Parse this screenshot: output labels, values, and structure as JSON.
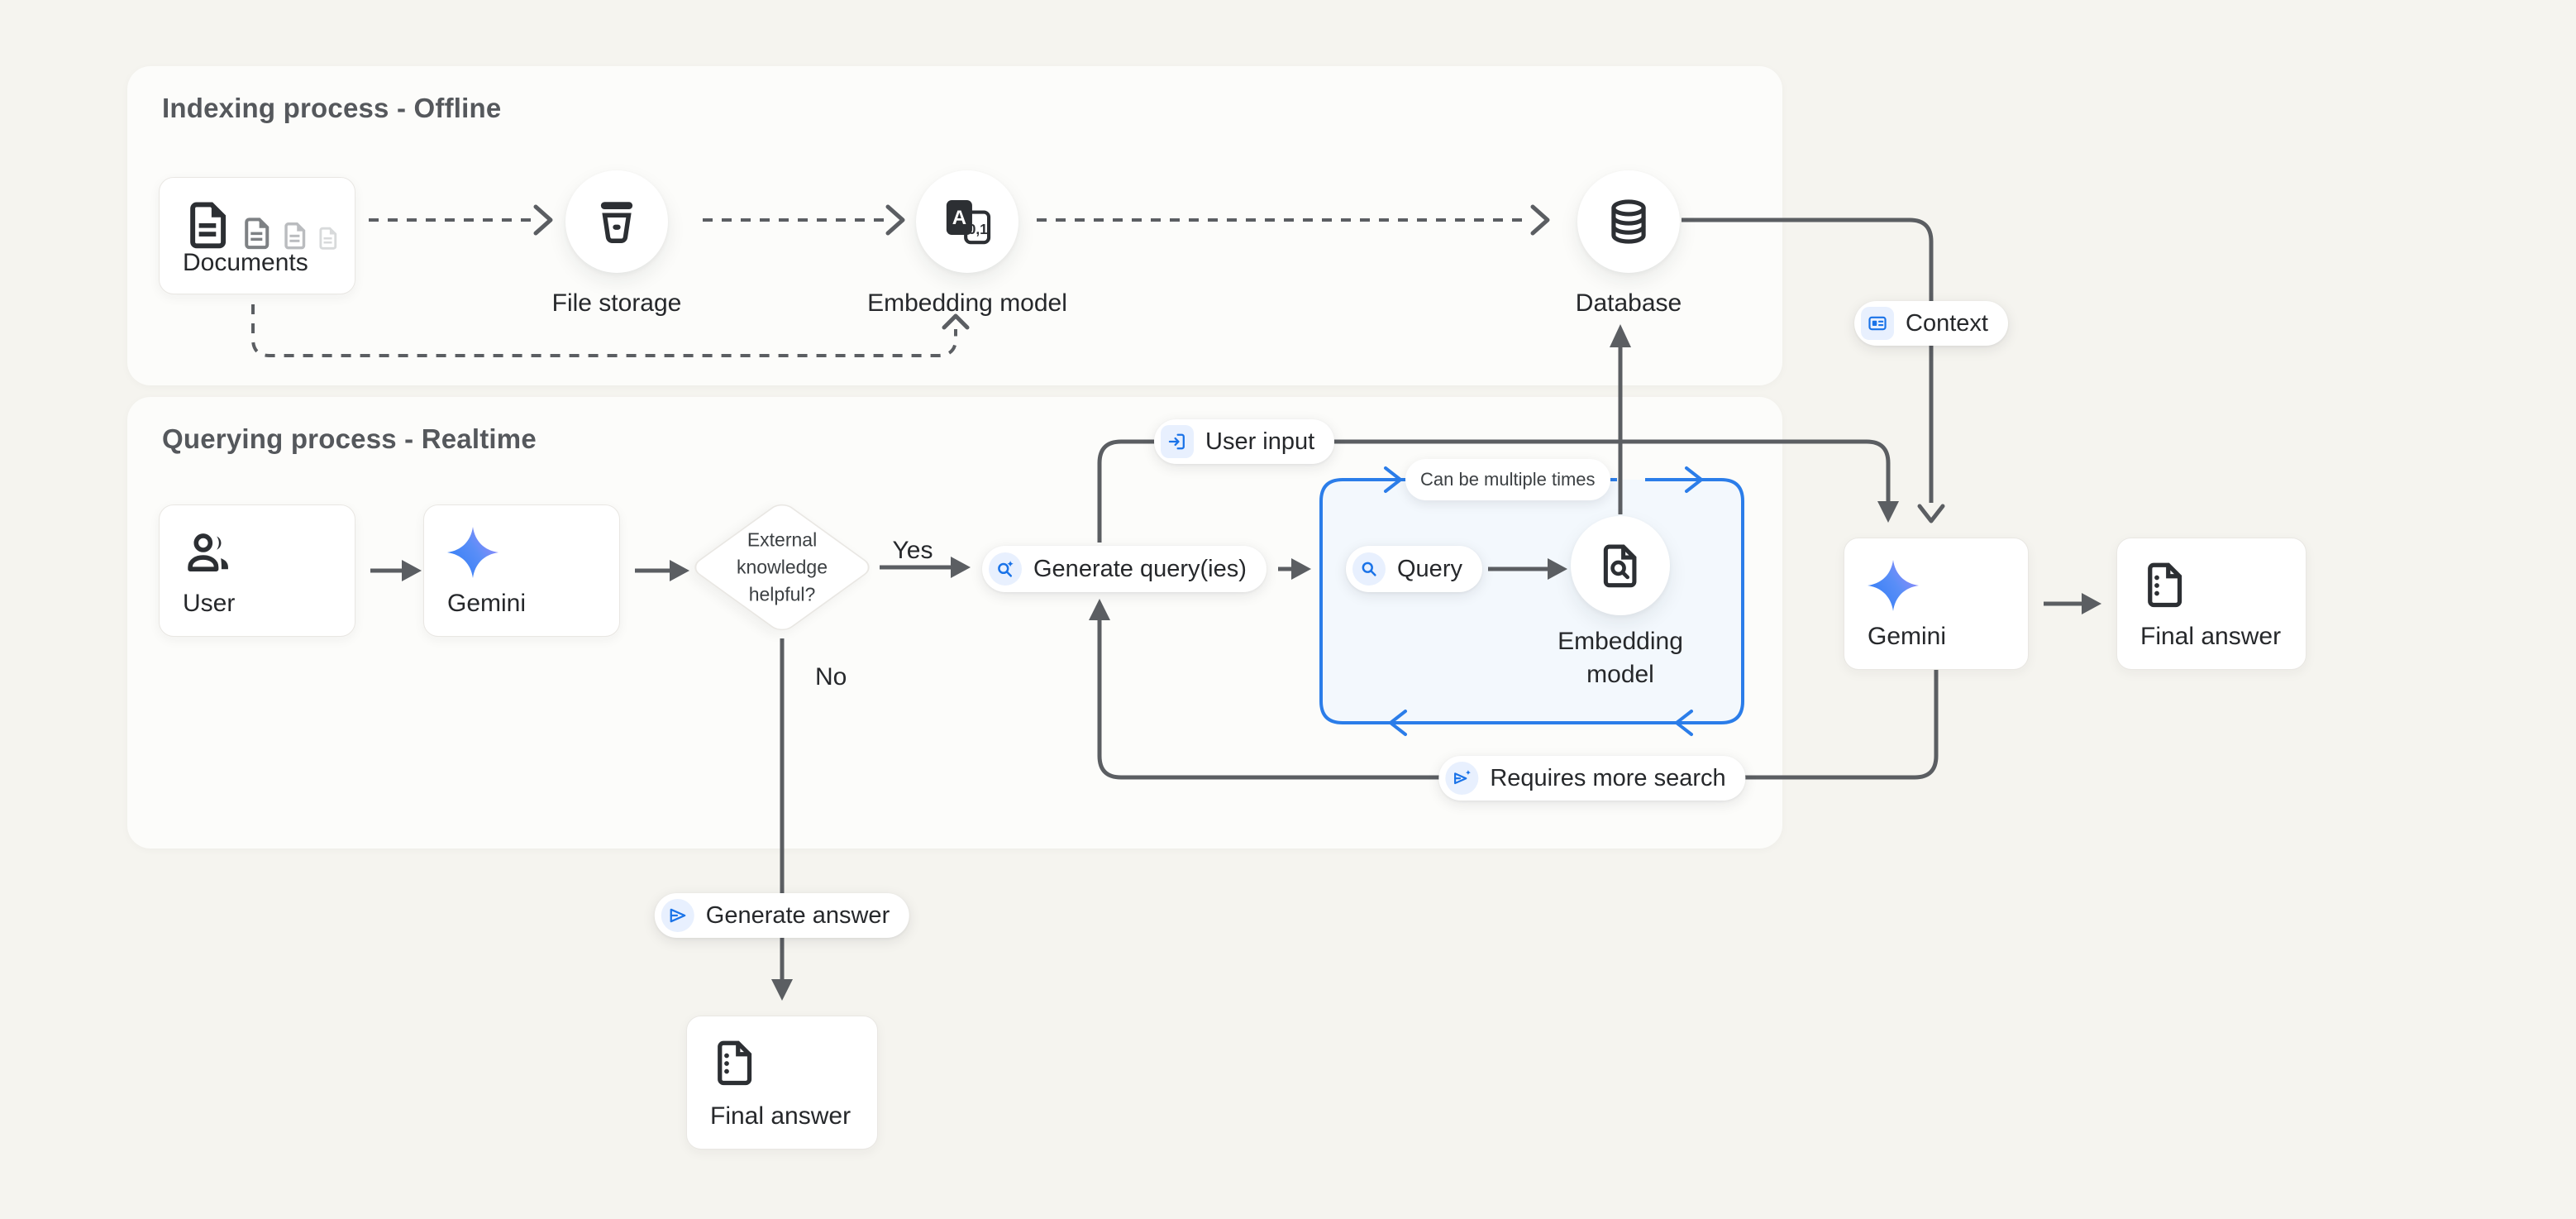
{
  "colors": {
    "page_bg": "#f5f4ef",
    "card_bg": "#fcfcfa",
    "node_bg": "#ffffff",
    "line_gray": "#5b5e62",
    "accent_blue": "#2b7de9",
    "icon_blue": "#1a73e8",
    "chip_blue_bg": "#e8f0fe",
    "loop_box_bg": "#f3f8fd",
    "title_text": "#55585c",
    "label_text": "#26282b",
    "muted_text": "#3c4043"
  },
  "sections": {
    "indexing": {
      "title": "Indexing process - Offline"
    },
    "querying": {
      "title": "Querying process - Realtime"
    }
  },
  "nodes": {
    "documents": {
      "label": "Documents"
    },
    "file_storage": {
      "label": "File storage"
    },
    "embedding_model_offline": {
      "label": "Embedding model"
    },
    "database": {
      "label": "Database"
    },
    "user": {
      "label": "User"
    },
    "gemini_left": {
      "label": "Gemini"
    },
    "decision": {
      "label": "External knowledge helpful?"
    },
    "generate_queries": {
      "label": "Generate query(ies)"
    },
    "query": {
      "label": "Query"
    },
    "embedding_model_realtime": {
      "label": "Embedding model"
    },
    "gemini_right": {
      "label": "Gemini"
    },
    "final_answer_right": {
      "label": "Final answer"
    },
    "final_answer_bottom": {
      "label": "Final answer"
    }
  },
  "badges": {
    "context": {
      "label": "Context"
    },
    "user_input": {
      "label": "User input"
    },
    "generate_answer": {
      "label": "Generate answer"
    },
    "requires_more_search": {
      "label": "Requires more search"
    },
    "can_be_multiple_times": {
      "label": "Can be multiple times"
    }
  },
  "edge_labels": {
    "yes": "Yes",
    "no": "No"
  }
}
